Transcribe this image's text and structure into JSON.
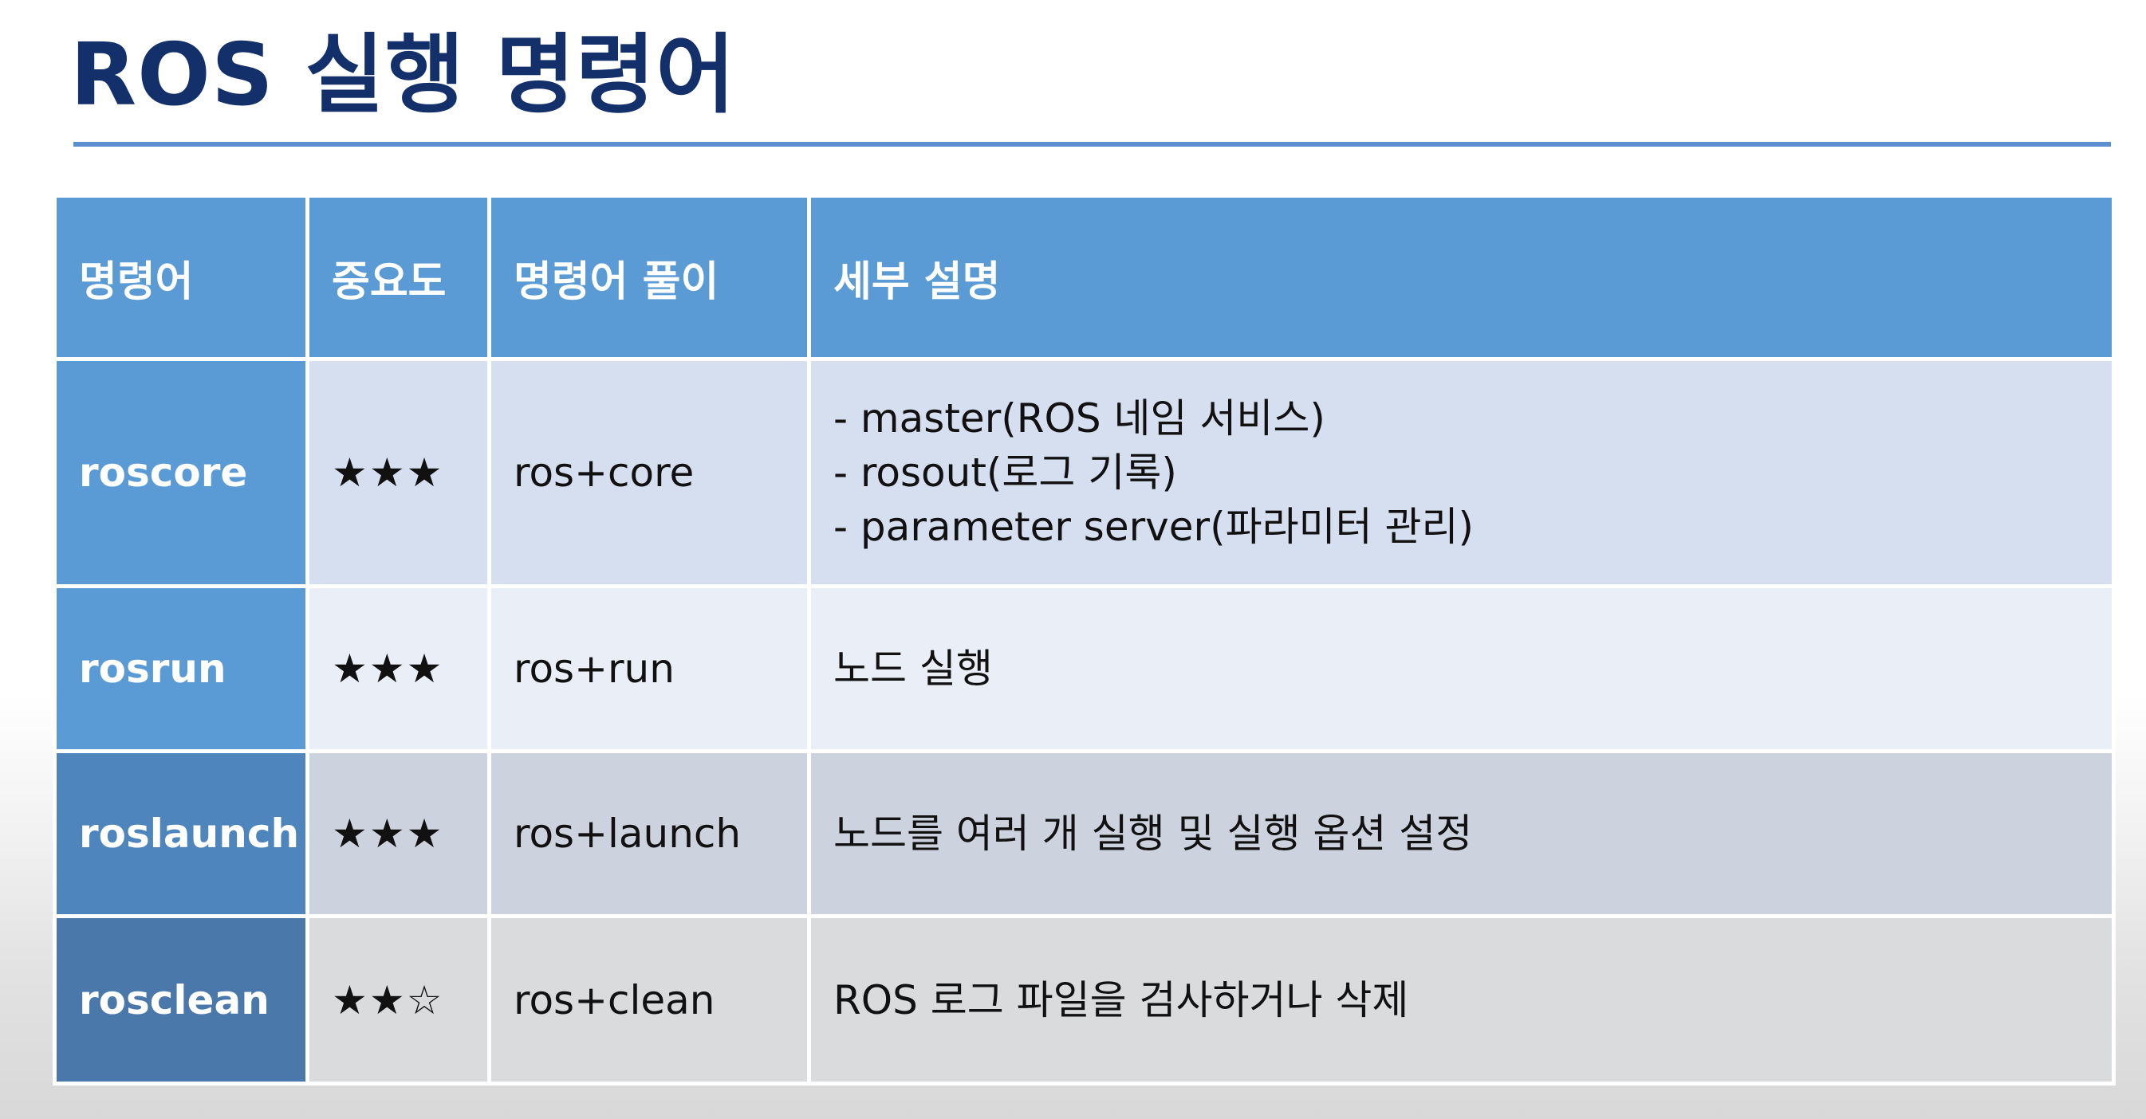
{
  "slide": {
    "title": "ROS 실행 명령어"
  },
  "table": {
    "headers": [
      "명령어",
      "중요도",
      "명령어 풀이",
      "세부 설명"
    ],
    "rows": [
      {
        "command": "roscore",
        "importance": "★★★",
        "expansion": "ros+core",
        "details": [
          "- master(ROS 네임 서비스)",
          "- rosout(로그 기록)",
          "- parameter server(파라미터 관리)"
        ]
      },
      {
        "command": "rosrun",
        "importance": "★★★",
        "expansion": "ros+run",
        "details": [
          "노드 실행"
        ]
      },
      {
        "command": "roslaunch",
        "importance": "★★★",
        "expansion": "ros+launch",
        "details": [
          "노드를 여러 개 실행 및 실행 옵션 설정"
        ]
      },
      {
        "command": "rosclean",
        "importance": "★★☆",
        "expansion": "ros+clean",
        "details": [
          "ROS 로그 파일을 검사하거나 삭제"
        ]
      }
    ]
  },
  "colors": {
    "title": "#14306b",
    "rule": "#5b8fd0",
    "header": "#5b9bd5"
  }
}
